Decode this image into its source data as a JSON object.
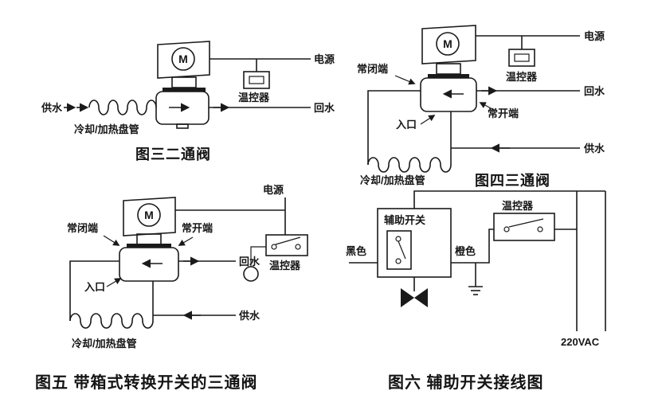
{
  "page": {
    "background": "#ffffff",
    "ink": "#1a1a1a"
  },
  "fig3": {
    "caption": "图三二通阀",
    "motor": "M",
    "power": "电源",
    "thermostat": "温控器",
    "supply": "供水",
    "return": "回水",
    "coil": "冷却/加热盘管"
  },
  "fig4": {
    "caption": "图四三通阀",
    "motor": "M",
    "power": "电源",
    "thermostat": "温控器",
    "nc_port": "常闭端",
    "no_port": "常开端",
    "inlet": "入口",
    "supply": "供水",
    "return": "回水",
    "coil": "冷却/加热盘管"
  },
  "fig5": {
    "caption": "图五 带箱式转换开关的三通阀",
    "motor": "M",
    "power": "电源",
    "thermostat": "温控器",
    "nc_port": "常闭端",
    "no_port": "常开端",
    "inlet": "入口",
    "supply": "供水",
    "return": "回水",
    "coil": "冷却/加热盘管"
  },
  "fig6": {
    "caption": "图六 辅助开关接线图",
    "aux_switch": "辅助开关",
    "thermostat": "温控器",
    "black_wire": "黑色",
    "orange_wire": "橙色",
    "voltage": "220VAC"
  }
}
